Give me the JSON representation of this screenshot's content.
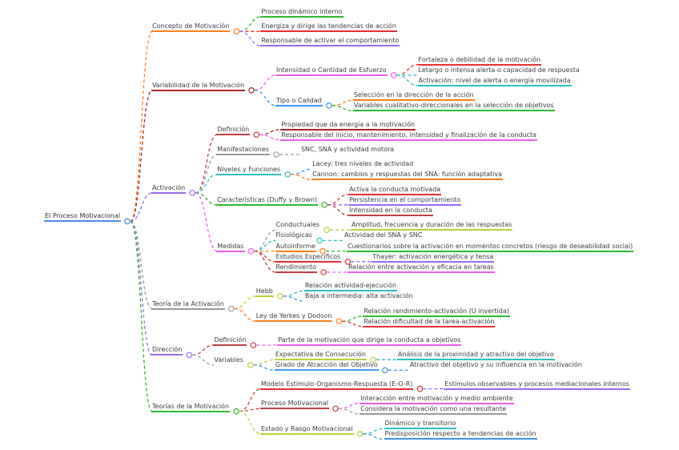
{
  "title": "El Proceso Motivacional",
  "colors": {
    "background": "#ffffff",
    "text": "#3c3c3c",
    "root_blue": "#4a90e2",
    "orange": "#ff7f1e",
    "maroon": "#a02828",
    "red": "#e83030",
    "green": "#2eb82e",
    "violet": "#9b6bf2",
    "magenta": "#ef5fef",
    "teal": "#2fbfbf",
    "blue": "#3d97f2",
    "yellow_green": "#bcd03c",
    "gray": "#9a9a9a",
    "dark_red": "#c04040"
  },
  "mindmap": {
    "label": "El Proceso Motivacional",
    "color": "#4a90e2",
    "children": [
      {
        "label": "Concepto de Motivación",
        "color": "#ff7f1e",
        "children": [
          {
            "label": "Proceso dinámico interno",
            "color": "#2eb82e"
          },
          {
            "label": "Energiza y dirige las tendencias de acción",
            "color": "#e83030"
          },
          {
            "label": "Responsable de activar el comportamiento",
            "color": "#9b6bf2"
          }
        ]
      },
      {
        "label": "Variabilidad de la Motivación",
        "color": "#a02828",
        "children": [
          {
            "label": "Intensidad o Cantidad de Esfuerzo",
            "color": "#ef5fef",
            "children": [
              {
                "label": "Fortaleza o debilidad de la motivación",
                "color": "#e83030"
              },
              {
                "label": "Letargo o intensa alerta o capacidad de respuesta",
                "color": null,
                "edge": "#2fbfbf"
              },
              {
                "label": "Activación: nivel de alerta o energía movilizada",
                "color": "#2fbfbf"
              }
            ]
          },
          {
            "label": "Tipo o Calidad",
            "color": "#3d97f2",
            "children": [
              {
                "label": "Selección en la dirección de la acción",
                "color": "#ff7f1e"
              },
              {
                "label": "Variables cualitativo-direccionales en la selección de objetivos",
                "color": "#2eb82e"
              }
            ]
          }
        ]
      },
      {
        "label": "Activación",
        "color": "#9b6bf2",
        "children": [
          {
            "label": "Definición",
            "color": "#c04040",
            "children": [
              {
                "label": "Propiedad que da energía a la motivación",
                "color": "#a02828"
              },
              {
                "label": "Responsable del inicio, mantenimiento, intensidad y finalización de la conducta",
                "color": "#ef5fef"
              }
            ]
          },
          {
            "label": "Manifestaciones",
            "color": "#9a9a9a",
            "children": [
              {
                "label": "SNC, SNA y actividad motora",
                "color": null,
                "edge": "#9a9a9a"
              }
            ]
          },
          {
            "label": "Niveles y Funciones",
            "color": "#2fbfbf",
            "children": [
              {
                "label": "Lacey: tres niveles de actividad",
                "color": null,
                "edge": "#3d97f2"
              },
              {
                "label": "Cannon: cambios y respuestas del SNA: función adaptativa",
                "color": "#ff7f1e"
              }
            ]
          },
          {
            "label": "Características (Duffy y Brown)",
            "color": "#2eb82e",
            "children": [
              {
                "label": "Activa la conducta motivada",
                "color": "#e83030"
              },
              {
                "label": "Persistencia en el comportamiento",
                "color": "#9b6bf2"
              },
              {
                "label": "Intensidad en la conducta",
                "color": "#c04040"
              }
            ]
          },
          {
            "label": "Medidas",
            "color": "#ef5fef",
            "children": [
              {
                "label": "Conductuales",
                "color": null,
                "edge": "#9a9a9a",
                "children": [
                  {
                    "label": "Amplitud, frecuencia y duración de las respuestas",
                    "color": "#bcd03c"
                  }
                ]
              },
              {
                "label": "Fisiológicas",
                "color": null,
                "edge": "#2fbfbf",
                "children": [
                  {
                    "label": "Actividad del SNA y SNC",
                    "color": null,
                    "edge": "#2fbfbf"
                  }
                ]
              },
              {
                "label": "Autoinforme",
                "color": "#ff7f1e",
                "children": [
                  {
                    "label": "Cuestionarios sobre la activación en momentos concretos (riesgo de deseabilidad social)",
                    "color": "#2eb82e"
                  }
                ]
              },
              {
                "label": "Estudios Específicos",
                "color": "#e83030",
                "children": [
                  {
                    "label": "Thayer: activación energética y tensa",
                    "color": "#9b6bf2"
                  }
                ]
              },
              {
                "label": "Rendimiento",
                "color": "#c04040",
                "children": [
                  {
                    "label": "Relación entre activación y eficacia en tareas",
                    "color": "#ef5fef"
                  }
                ]
              }
            ]
          }
        ]
      },
      {
        "label": "Teoría de la Activación",
        "color": "#9a9a9a",
        "children": [
          {
            "label": "Hebb",
            "color": "#bcd03c",
            "children": [
              {
                "label": "Relación actividad-ejecución",
                "color": "#2fbfbf"
              },
              {
                "label": "Baja a intermedia: alta activación",
                "color": null,
                "edge": "#3d97f2"
              }
            ]
          },
          {
            "label": "Ley de Yerkes y Dodson",
            "color": "#ff7f1e",
            "children": [
              {
                "label": "Relación rendimiento-activación (U invertida)",
                "color": "#2eb82e"
              },
              {
                "label": "Relación dificultad de la tarea-activación",
                "color": "#e83030"
              }
            ]
          }
        ]
      },
      {
        "label": "Dirección",
        "color": "#9b6bf2",
        "children": [
          {
            "label": "Definición",
            "color": "#c04040",
            "children": [
              {
                "label": "Parte de la motivación que dirige la conducta a objetivos",
                "color": "#ef5fef"
              }
            ]
          },
          {
            "label": "Variables",
            "color": null,
            "edge": "#9a9a9a",
            "children": [
              {
                "label": "Expectativa de Consecución",
                "color": "#bcd03c",
                "children": [
                  {
                    "label": "Análisis de la proximidad y atractivo del objetivo",
                    "color": "#2fbfbf"
                  }
                ]
              },
              {
                "label": "Grado de Atracción del Objetivo",
                "color": "#3d97f2",
                "children": [
                  {
                    "label": "Atractivo del objetivo y su influencia en la motivación",
                    "color": null,
                    "edge": "#3d97f2"
                  }
                ]
              }
            ]
          }
        ]
      },
      {
        "label": "Teorías de la Motivación",
        "color": "#2eb82e",
        "children": [
          {
            "label": "Modelo Estímulo-Organismo-Respuesta (E-O-R)",
            "color": "#e83030",
            "children": [
              {
                "label": "Estímulos observables y procesos mediacionales internos",
                "color": "#9b6bf2"
              }
            ]
          },
          {
            "label": "Proceso Motivacional",
            "color": "#c04040",
            "children": [
              {
                "label": "Interacción entre motivación y medio ambiente",
                "color": "#ef5fef"
              },
              {
                "label": "Considera la motivación como una resultante",
                "color": "#9a9a9a"
              }
            ]
          },
          {
            "label": "Estado y Rasgo Motivacional",
            "color": "#bcd03c",
            "children": [
              {
                "label": "Dinámico y transitorio",
                "color": "#2fbfbf"
              },
              {
                "label": "Predisposición respecto a tendencias de acción",
                "color": "#3d97f2"
              }
            ]
          }
        ]
      }
    ]
  }
}
